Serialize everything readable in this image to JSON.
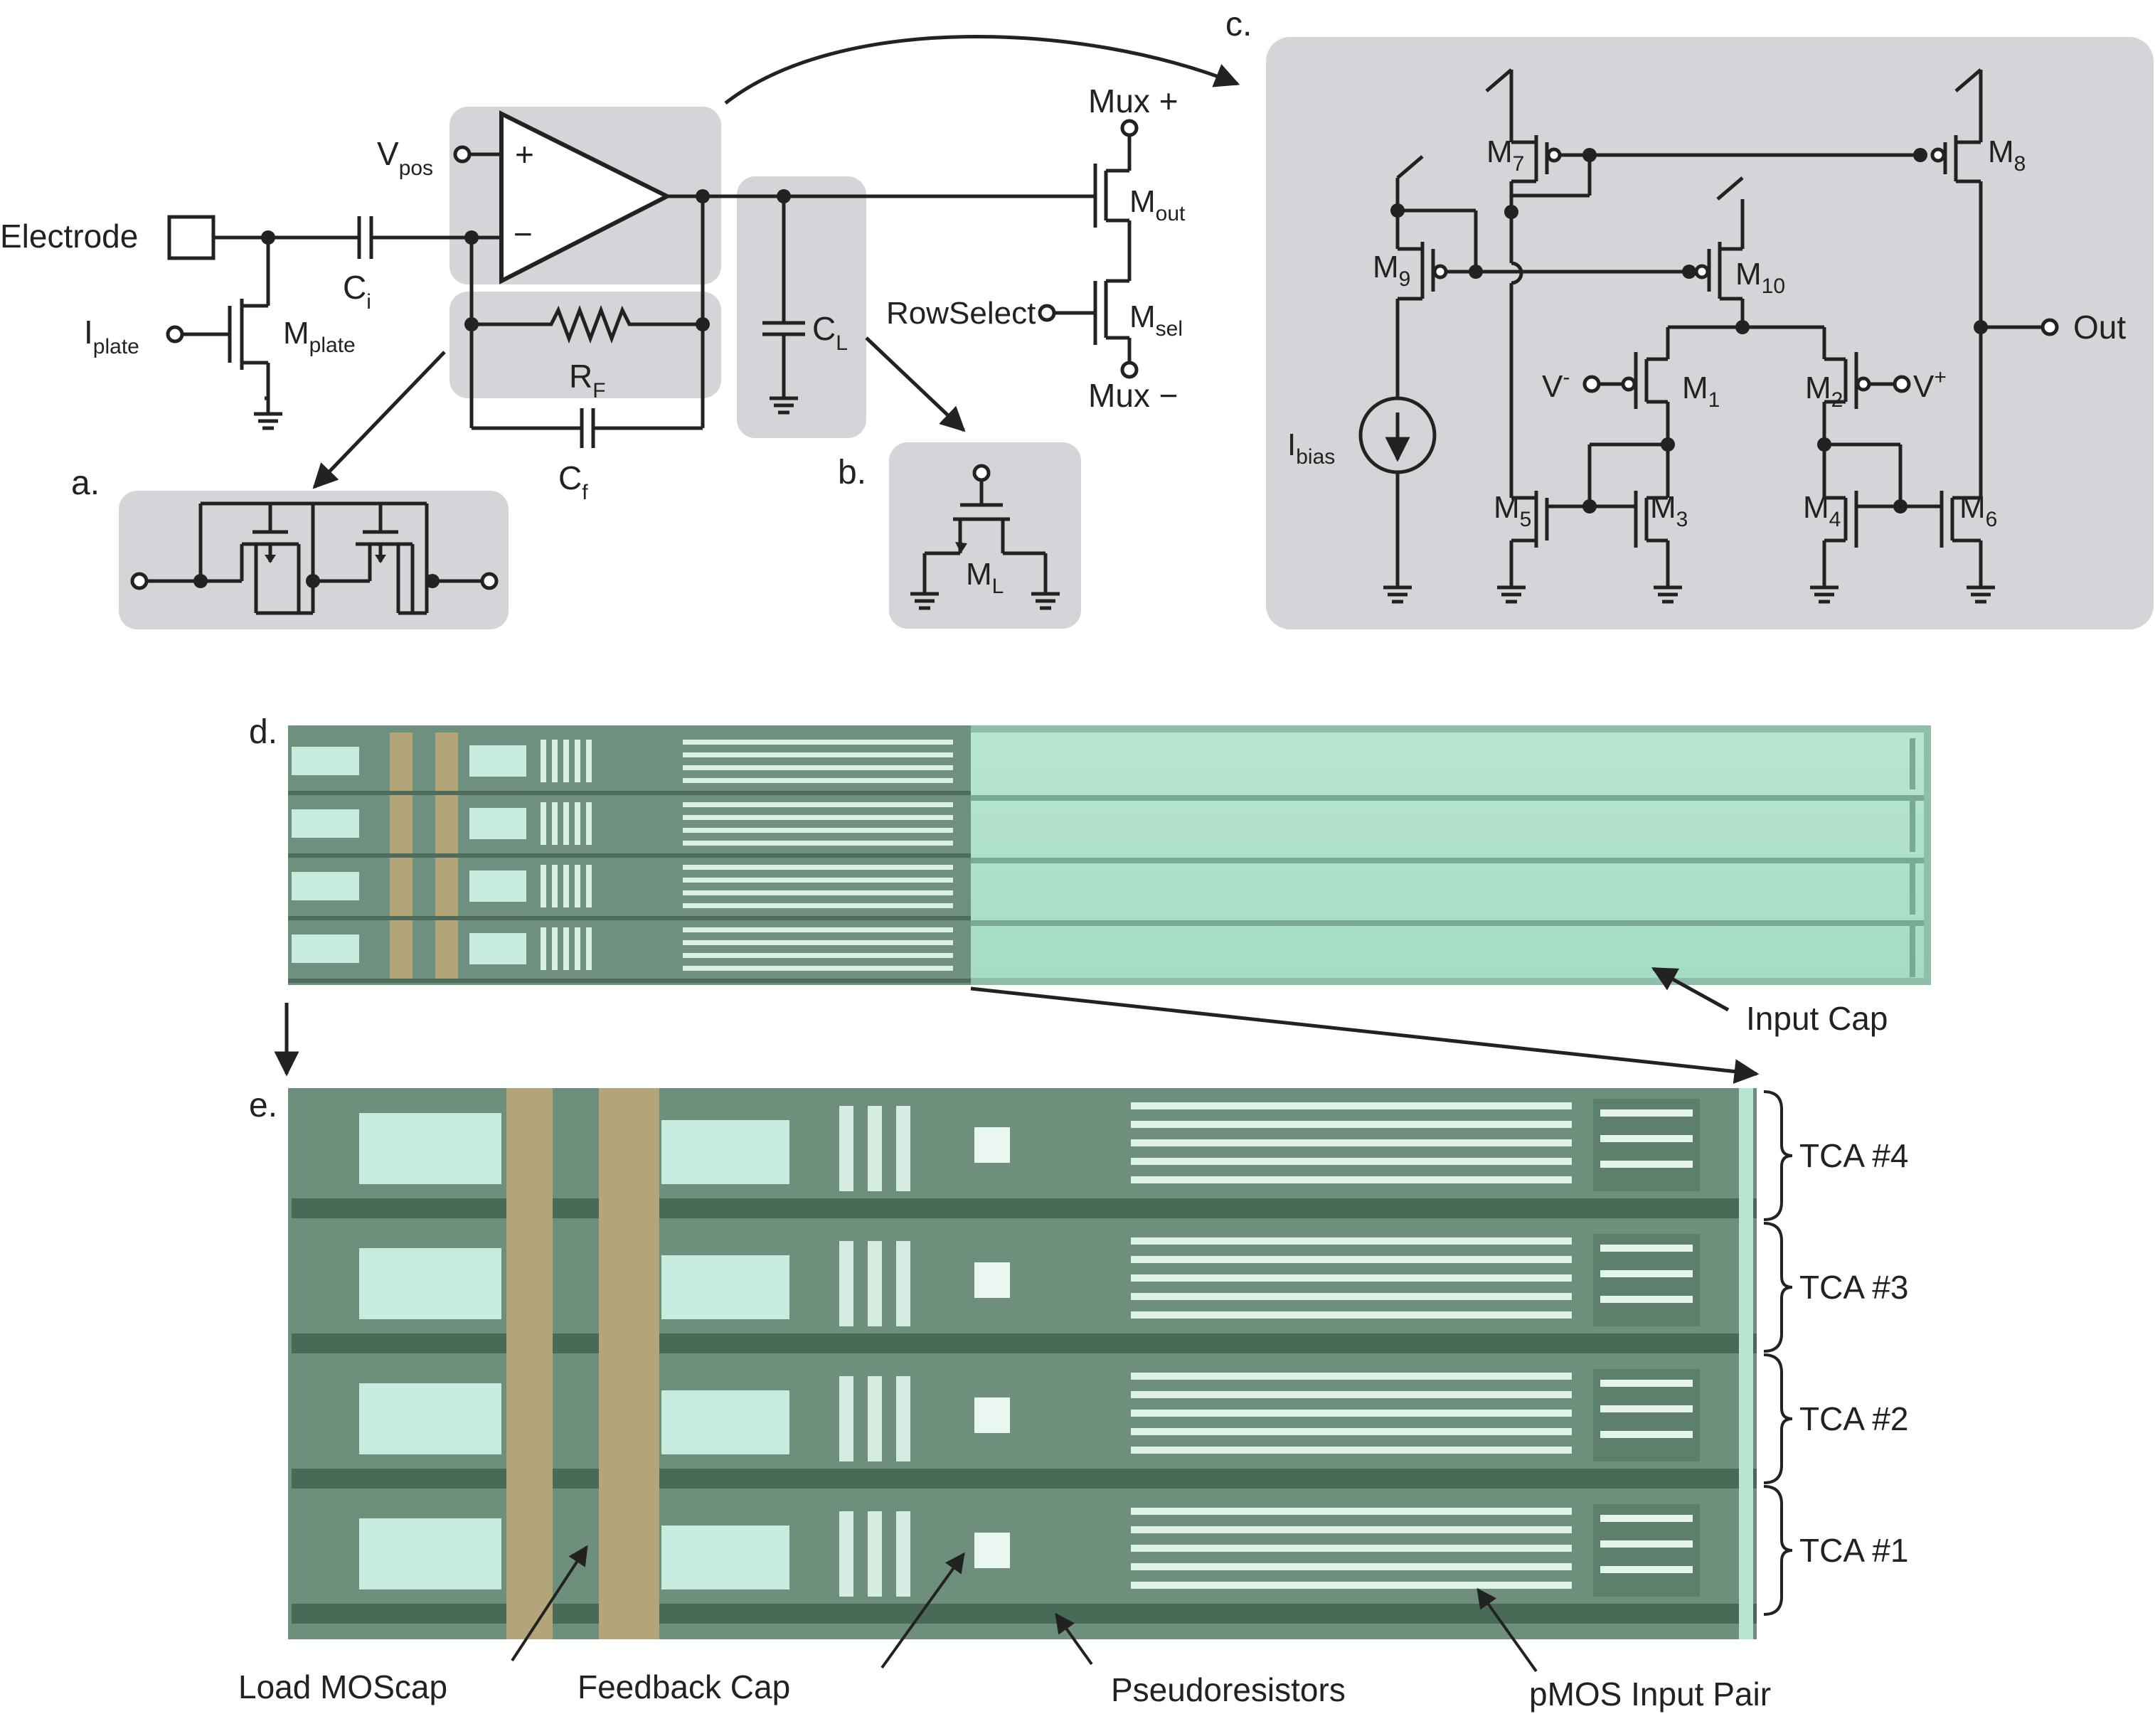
{
  "colors": {
    "highlight_box": "#d4d5d9",
    "wire": "#222222",
    "chip_green": "#9fd6bf",
    "chip_dark": "#5d7d6c",
    "chip_metal": "#b3a47a",
    "chip_bright": "#c6ecdf"
  },
  "panel_labels": {
    "a": "a.",
    "b": "b.",
    "c": "c.",
    "d": "d.",
    "e": "e."
  },
  "schematic_main": {
    "electrode": "Electrode",
    "vpos": "V",
    "vpos_sub": "pos",
    "plus": "+",
    "minus": "−",
    "ci": "C",
    "ci_sub": "i",
    "iplate": "I",
    "iplate_sub": "plate",
    "mplate": "M",
    "mplate_sub": "plate",
    "rf": "R",
    "rf_sub": "F",
    "cf": "C",
    "cf_sub": "f",
    "cl": "C",
    "cl_sub": "L",
    "mux_plus": "Mux +",
    "mux_minus": "Mux −",
    "mout": "M",
    "mout_sub": "out",
    "rowselect": "RowSelect",
    "msel": "M",
    "msel_sub": "sel"
  },
  "panel_b": {
    "ml": "M",
    "ml_sub": "L"
  },
  "panel_c": {
    "m7": "M",
    "m7_sub": "7",
    "m8": "M",
    "m8_sub": "8",
    "m9": "M",
    "m9_sub": "9",
    "m10": "M",
    "m10_sub": "10",
    "m1": "M",
    "m1_sub": "1",
    "m2": "M",
    "m2_sub": "2",
    "m3": "M",
    "m3_sub": "3",
    "m4": "M",
    "m4_sub": "4",
    "m5": "M",
    "m5_sub": "5",
    "m6": "M",
    "m6_sub": "6",
    "vminus": "V",
    "vminus_sup": "-",
    "vplus": "V",
    "vplus_sup": "+",
    "ibias": "I",
    "ibias_sub": "bias",
    "out": "Out"
  },
  "micrograph": {
    "input_cap": "Input Cap",
    "tca_labels": [
      "TCA #4",
      "TCA #3",
      "TCA #2",
      "TCA #1"
    ],
    "bottom_labels": {
      "load_moscap": "Load MOScap",
      "feedback_cap": "Feedback Cap",
      "pseudoresistors": "Pseudoresistors",
      "pmos_input_pair": "pMOS Input Pair"
    }
  }
}
